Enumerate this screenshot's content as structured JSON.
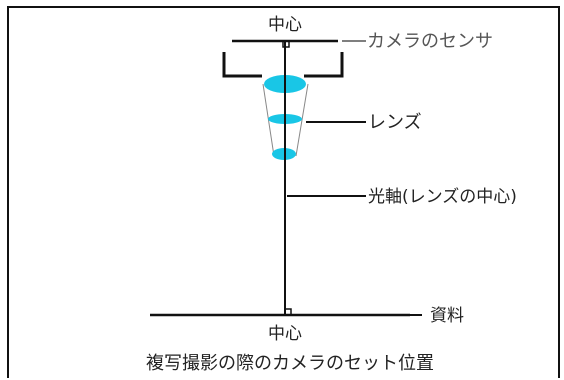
{
  "labels": {
    "center_top": "中心",
    "sensor": "カメラのセンサ",
    "lens": "レンズ",
    "optical_axis": "光軸(レンズの中心)",
    "material": "資料",
    "center_bottom": "中心",
    "caption": "複写撮影の際のカメラのセット位置"
  },
  "colors": {
    "lens_fill": "#19c6e6",
    "line": "#111111"
  }
}
